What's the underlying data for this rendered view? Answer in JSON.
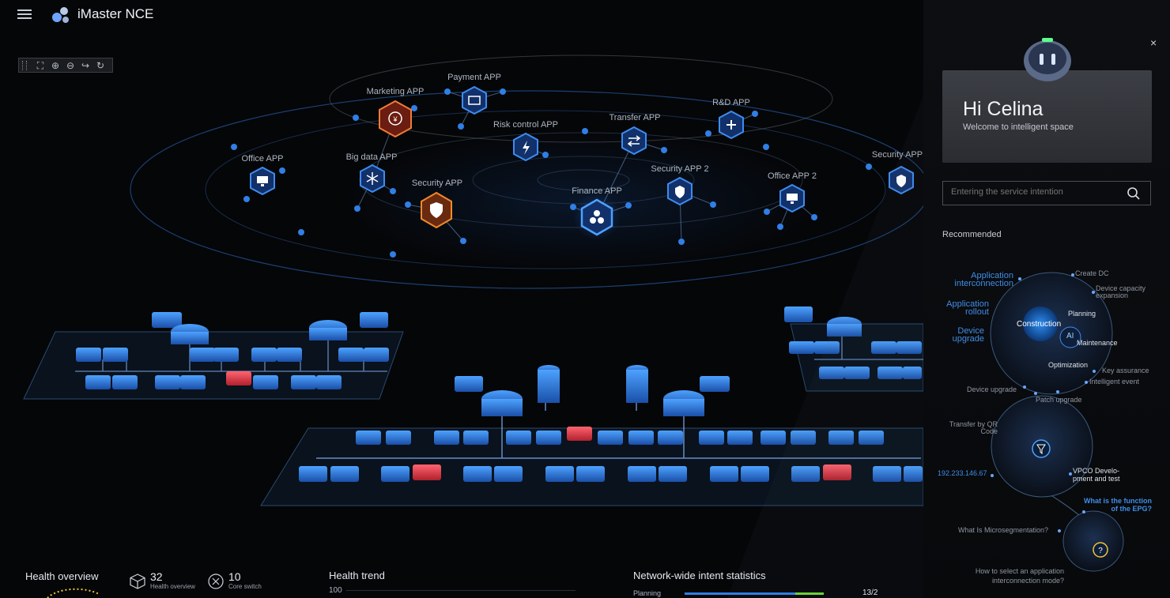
{
  "header": {
    "title": "iMaster NCE",
    "menu_icon": "hamburger-menu-icon",
    "logo_icon": "imaster-logo-icon"
  },
  "map_toolbar": {
    "items": [
      "fullscreen-icon",
      "zoom-in-icon",
      "zoom-out-icon",
      "share-icon",
      "refresh-icon"
    ]
  },
  "apps": {
    "payment": "Payment APP",
    "marketing": "Marketing APP",
    "risk_control": "Risk control APP",
    "transfer": "Transfer APP",
    "rd": "R&D APP",
    "office": "Office APP",
    "big_data": "Big data APP",
    "security": "Security APP",
    "security2": "Security APP 2",
    "finance": "Finance APP",
    "office2": "Office APP 2",
    "security_right": "Security APP"
  },
  "assistant": {
    "greeting": "Hi Celina",
    "subtitle": "Welcome to intelligent space",
    "close": "×",
    "search_placeholder": "Entering the service intention",
    "recommended": "Recommended",
    "wheel": {
      "center": "Construction",
      "ai": "AI",
      "planning": "Planning",
      "maintenance": "Maintenance",
      "optimization": "Optimization",
      "create_dc": "Create DC",
      "device_capacity_1": "Device capacity",
      "device_capacity_2": "expansion",
      "key_assurance": "Key assurance",
      "intelligent_event": "Intelligent event",
      "patch_upgrade": "Patch upgrade",
      "device_upgrade": "Device upgrade",
      "app_interconnection_1": "Application",
      "app_interconnection_2": "interconnection",
      "app_rollout_1": "Application",
      "app_rollout_2": "rollout",
      "device_upgrade_link_1": "Device",
      "device_upgrade_link_2": "upgrade"
    },
    "wheel2": {
      "transfer_qr_1": "Transfer by QR",
      "transfer_qr_2": "Code",
      "ip": "192.233.146.67",
      "vpco_1": "VPCO Develo-",
      "vpco_2": "pment and test"
    },
    "wheel3": {
      "epg_q_1": "What is the function",
      "epg_q_2": "of the EPG?",
      "micro": "What Is Microsegmentation?",
      "howto_1": "How to select an application",
      "howto_2": "interconnection mode?"
    }
  },
  "bottom": {
    "health_overview": "Health overview",
    "stat1_value": "32",
    "stat1_label": "Health overview",
    "stat2_value": "10",
    "stat2_label": "Core switch",
    "health_trend": "Health trend",
    "trend_axis_top": "100",
    "intent_stats": "Network-wide intent statistics",
    "planning_label": "Planning",
    "planning_value": "13/2"
  },
  "colors": {
    "accent_blue": "#2f7fe6",
    "alert_red": "#ff3b4a",
    "orange_node": "#e07a2a"
  }
}
